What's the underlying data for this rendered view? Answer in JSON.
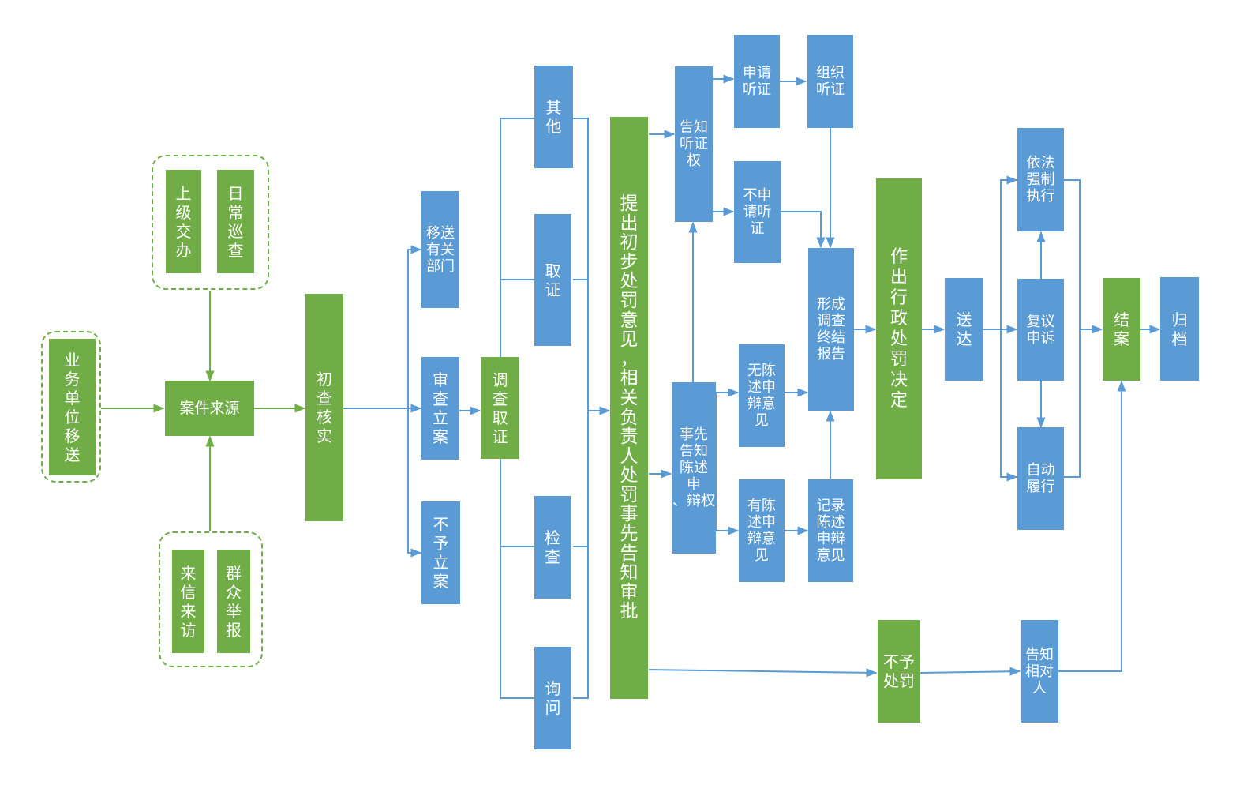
{
  "nodes": {
    "business_transfer": "业\n务\n单\n位\n移\n送",
    "superior_assign": "上\n级\n交\n办",
    "daily_patrol": "日\n常\n巡\n查",
    "letters_visits": "来\n信\n来\n访",
    "public_report": "群\n众\n举\n报",
    "case_source": "案件来源",
    "preliminary_check": "初\n查\n核\n实",
    "transfer_departments": "移送\n有关\n部门",
    "review_filing": "审\n查\n立\n案",
    "no_filing": "不\n予\n立\n案",
    "investigate": "调\n查\n取\n证",
    "other": "其\n他",
    "evidence": "取\n证",
    "inspect": "检\n查",
    "inquire": "询\n问",
    "preliminary_opinion": "提\n出\n初\n步\n处\n罚\n意\n见\n，\n相\n关\n负\n责\n人\n处\n罚\n事\n先\n告\n知\n审\n批",
    "notify_hearing_right": "告知\n听证\n权",
    "apply_hearing": "申请\n听证",
    "organize_hearing": "组织\n听证",
    "no_hearing": "不申\n请听\n证",
    "prior_notice_statement": "事先\n告知\n陈述\n申\n、辩权",
    "no_statement": "无陈\n述申\n辩意\n见",
    "has_statement": "有陈\n述申\n辩意\n见",
    "record_statement": "记录\n陈述\n申辩\n意见",
    "final_report": "形成\n调查\n终结\n报告",
    "admin_decision": "作\n出\n行\n政\n处\n罚\n决\n定",
    "deliver": "送\n达",
    "enforce": "依法\n强制\n执行",
    "review_appeal": "复议\n申诉",
    "self_perform": "自动\n履行",
    "no_penalty": "不予\n处罚",
    "notify_party": "告知\n相对\n人",
    "close_case": "结\n案",
    "archive": "归\n档"
  },
  "colors": {
    "green": "#70ad47",
    "blue": "#5b9bd5"
  }
}
